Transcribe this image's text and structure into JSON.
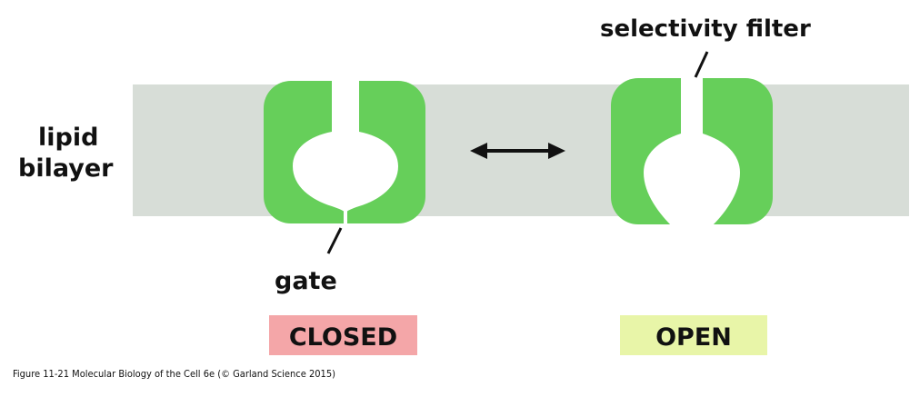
{
  "labels": {
    "membrane_line1": "lipid",
    "membrane_line2": "bilayer",
    "gate": "gate",
    "selectivity_filter": "selectivity filter",
    "closed": "CLOSED",
    "open": "OPEN"
  },
  "caption": "Figure 11-21  Molecular Biology of the Cell 6e (© Garland Science 2015)",
  "colors": {
    "membrane": "#d7ddd7",
    "channel": "#66cf5a",
    "closed_badge": "#f4a6a8",
    "open_badge": "#e8f5a8",
    "text": "#111111"
  },
  "icons": {
    "transition": "double-headed-arrow-icon"
  }
}
